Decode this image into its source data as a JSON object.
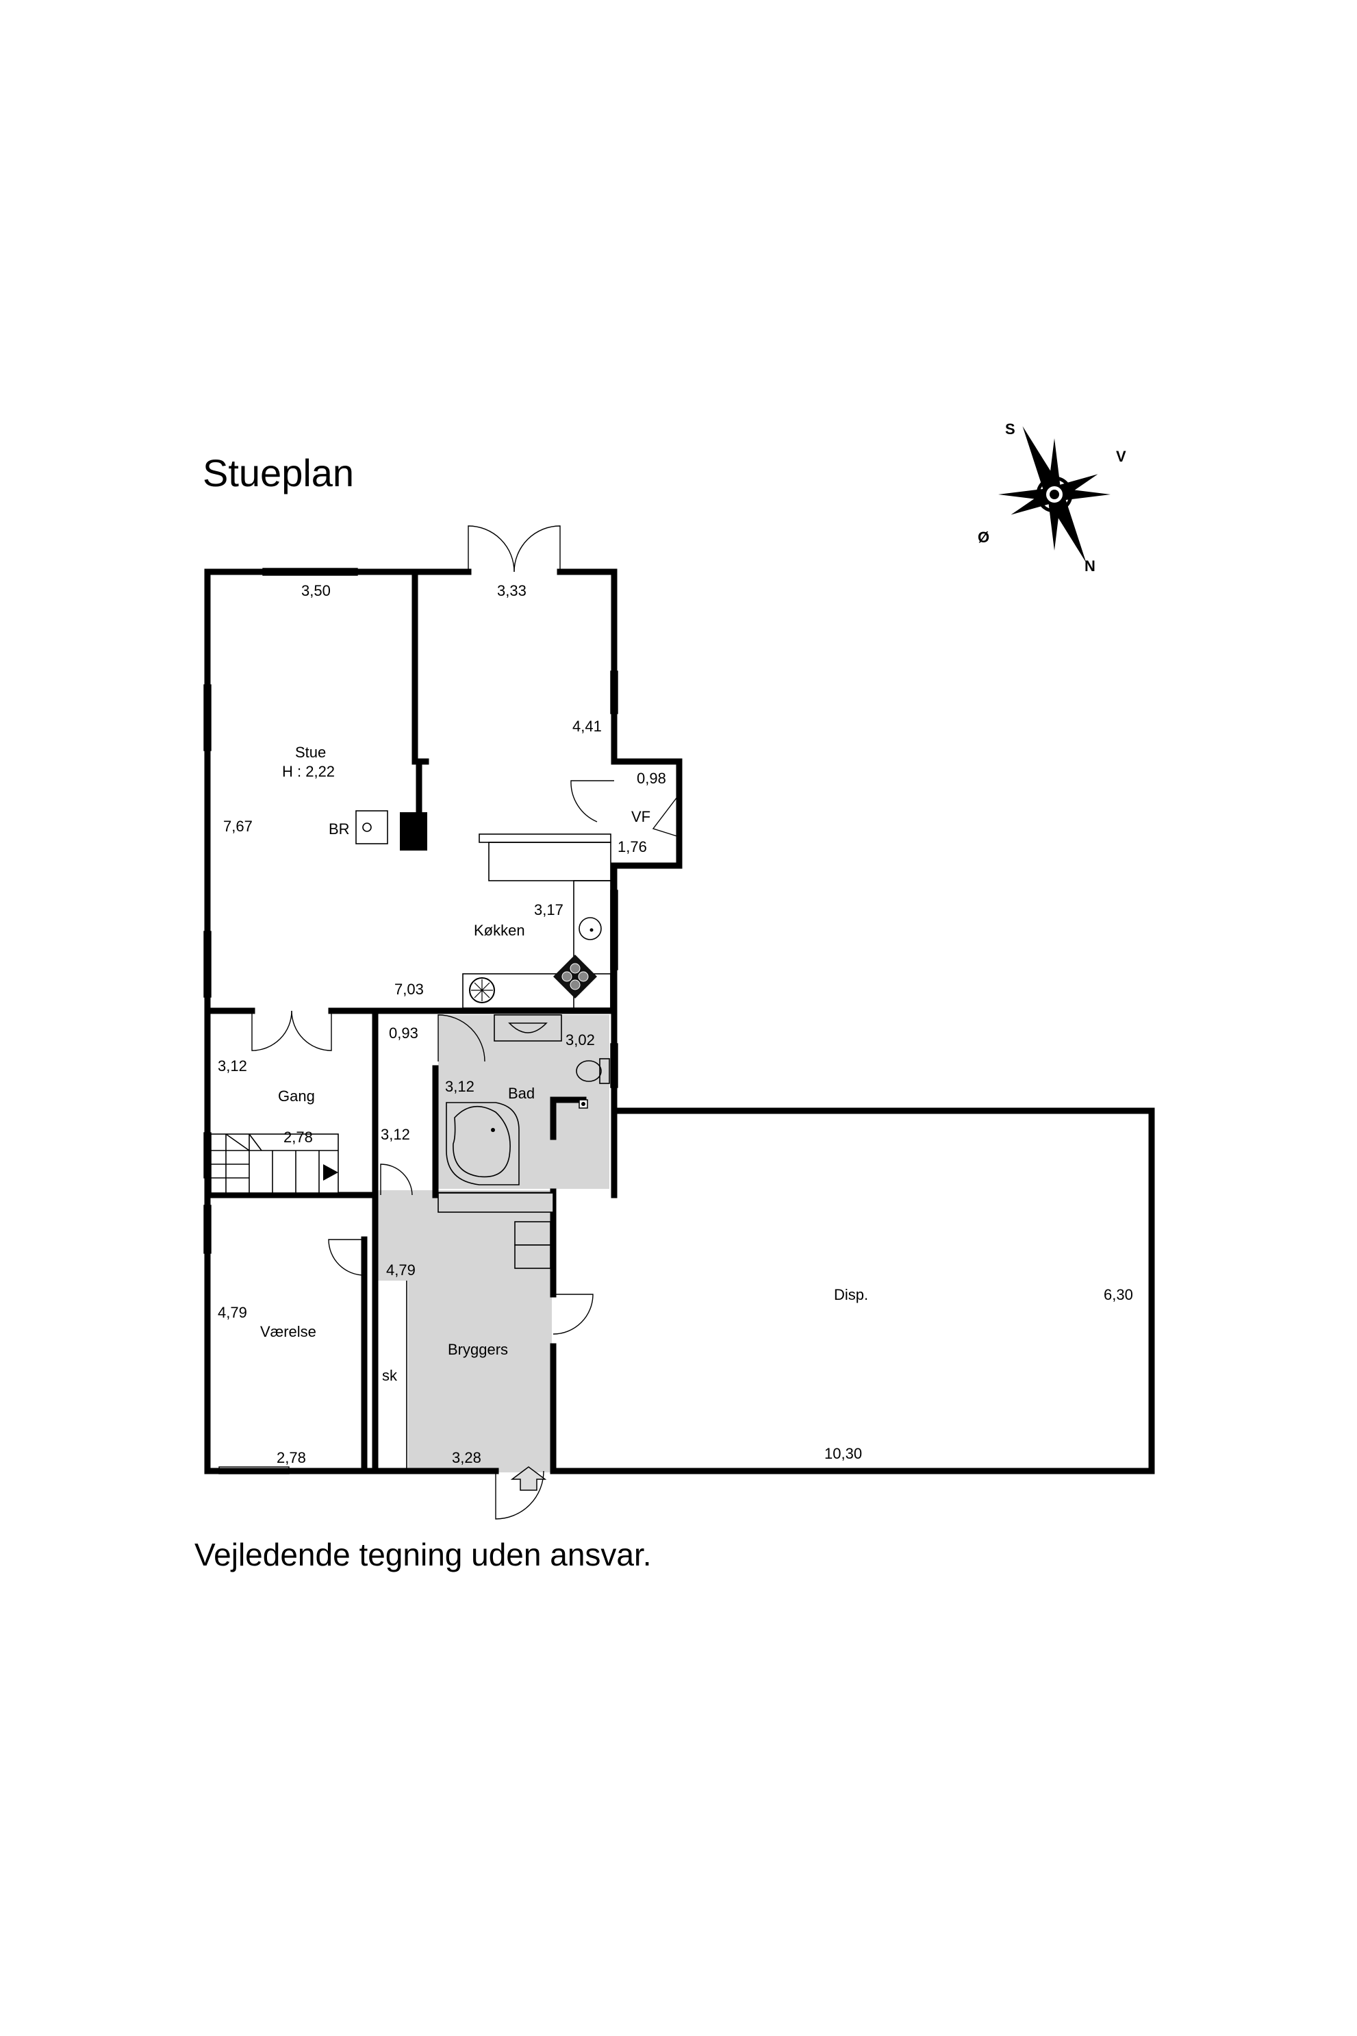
{
  "title": "Stueplan",
  "disclaimer": "Vejledende tegning uden ansvar.",
  "compass": {
    "s": "S",
    "v": "V",
    "oe": "Ø",
    "n": "N"
  },
  "rooms": {
    "stue": {
      "name": "Stue",
      "height": "H : 2,22"
    },
    "br": "BR",
    "vf": "VF",
    "koekken": "Køkken",
    "gang": "Gang",
    "bad": "Bad",
    "vaerelse": "Værelse",
    "bryggers": "Bryggers",
    "sk": "sk",
    "disp": "Disp."
  },
  "dimensions": {
    "stue_width": "3,50",
    "koekken_width": "3,33",
    "koekken_depth": "4,41",
    "vf_width": "0,98",
    "vf_depth": "1,76",
    "stue_depth": "7,67",
    "koekken_width_lower": "3,17",
    "stue_koekken_width": "7,03",
    "gang_depth": "3,12",
    "gang_width": "2,78",
    "entry_width": "0,93",
    "entry_depth": "3,12",
    "bad_width": "3,02",
    "bad_depth": "3,12",
    "bryggers_depth": "4,79",
    "vaerelse_depth": "4,79",
    "vaerelse_width": "2,78",
    "bryggers_width": "3,28",
    "disp_width": "10,30",
    "disp_depth": "6,30"
  }
}
